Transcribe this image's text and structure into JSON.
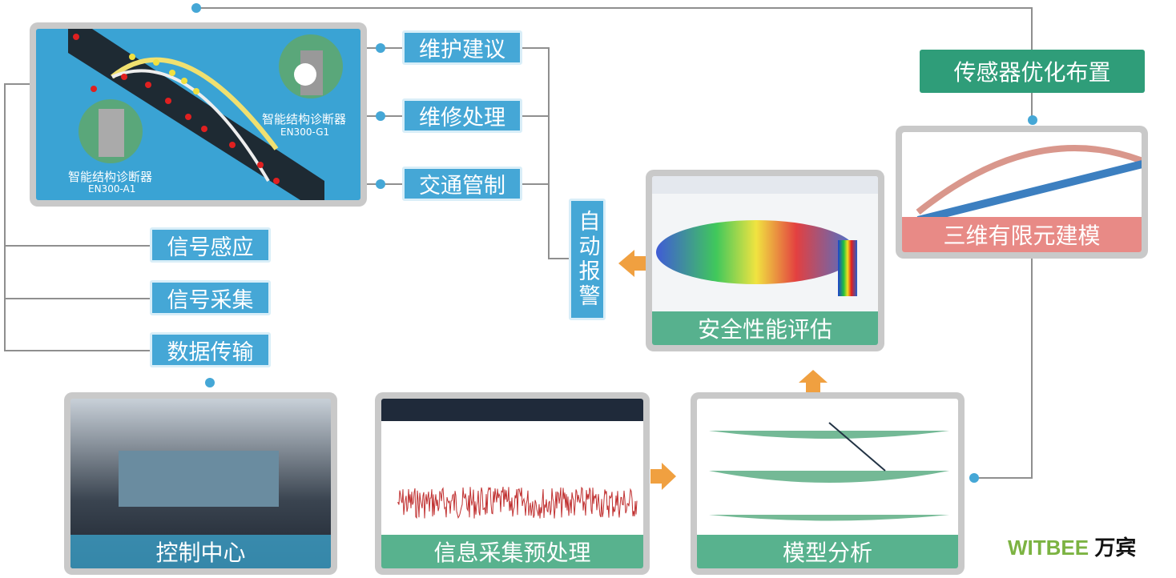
{
  "sensor_panel": {
    "device_a_name": "智能结构诊断器",
    "device_a_model": "EN300-A1",
    "device_g_name": "智能结构诊断器",
    "device_g_model": "EN300-G1"
  },
  "actions": [
    "维护建议",
    "维修处理",
    "交通管制"
  ],
  "signals": [
    "信号感应",
    "信号采集",
    "数据传输"
  ],
  "alarm": "自动报警",
  "safety_eval": "安全性能评估",
  "fem_model": "三维有限元建模",
  "sensor_optimize": "传感器优化布置",
  "control_center": "控制中心",
  "preprocess": "信息采集预处理",
  "model_analysis": "模型分析",
  "logo": {
    "brand": "WITBEE",
    "cn": "万宾"
  },
  "colors": {
    "blue": "#45a7d6",
    "green": "#2f9d79",
    "orange": "#f0a040",
    "pink": "#e88a86",
    "logo_green": "#7cb342"
  }
}
